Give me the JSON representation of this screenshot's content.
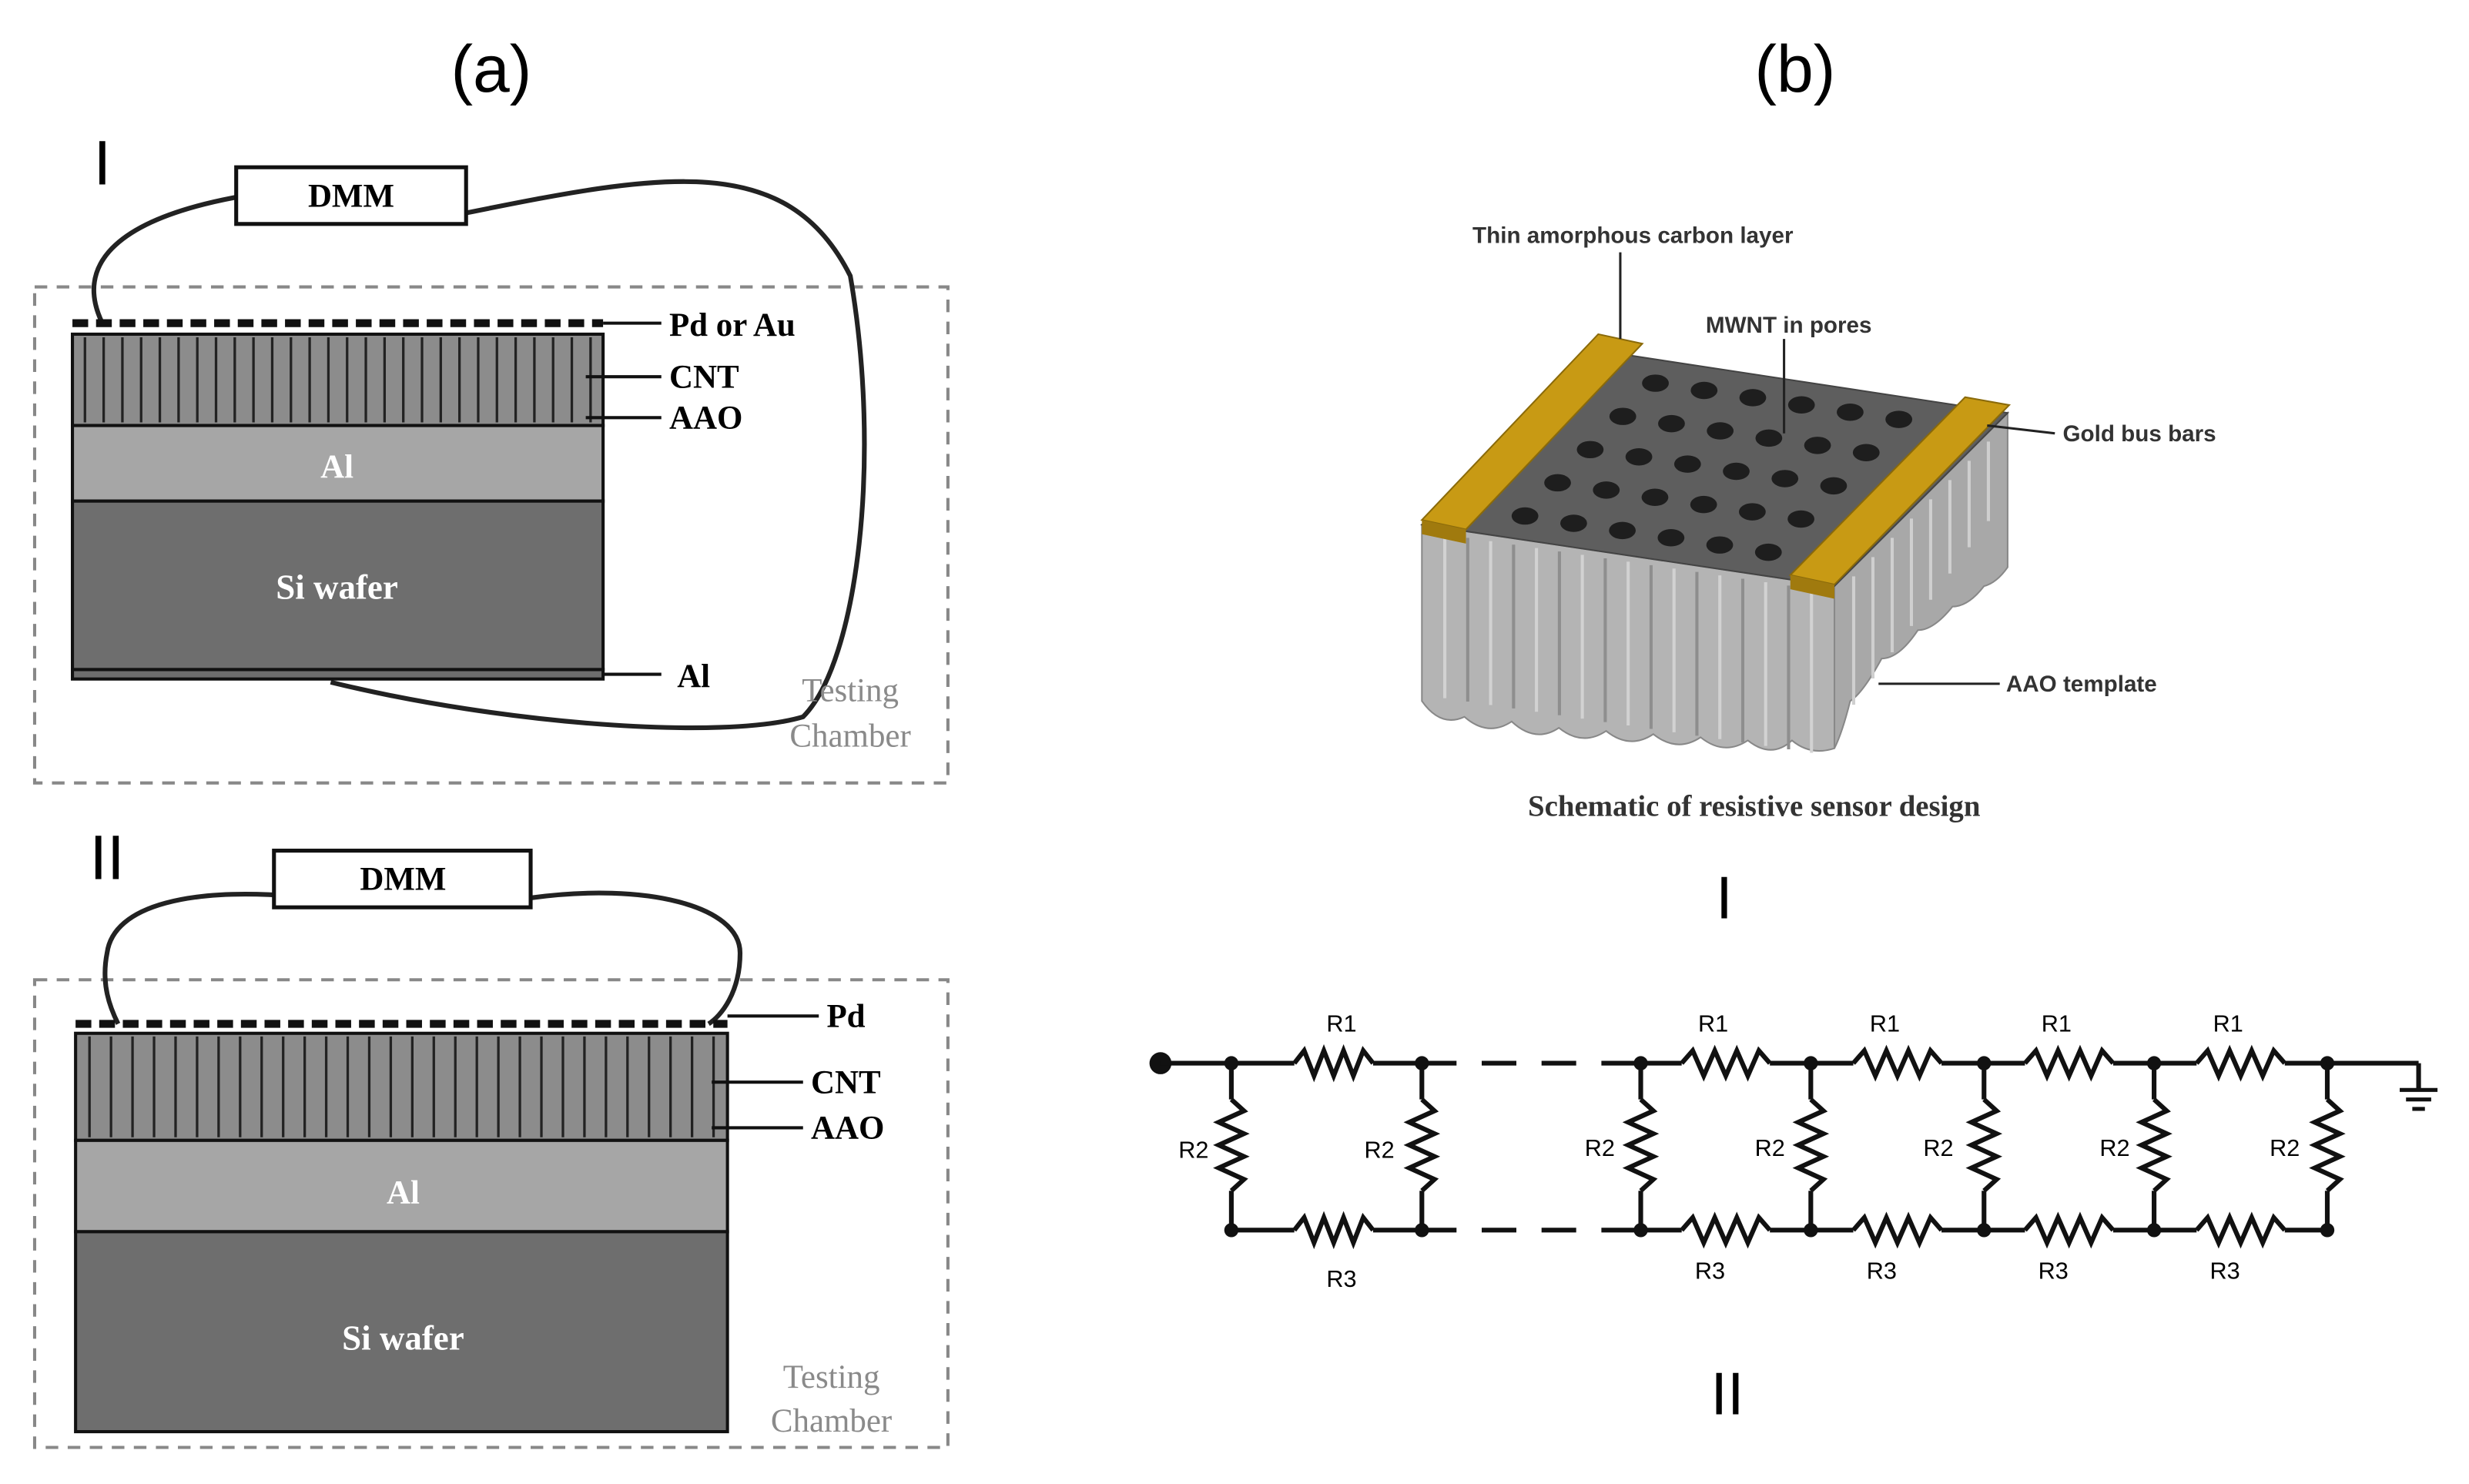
{
  "panel_a": {
    "label": "(a)",
    "sub_I": {
      "roman": "I",
      "meter": "DMM",
      "layer_labels": [
        "Pd or Au",
        "CNT",
        "AAO",
        "Al"
      ],
      "al_layer": "Al",
      "si_layer": "Si wafer",
      "chamber_line1": "Testing",
      "chamber_line2": "Chamber"
    },
    "sub_II": {
      "roman": "II",
      "meter": "DMM",
      "layer_labels": [
        "Pd",
        "CNT",
        "AAO"
      ],
      "al_layer": "Al",
      "si_layer": "Si wafer",
      "chamber_line1": "Testing",
      "chamber_line2": "Chamber"
    }
  },
  "panel_b": {
    "label": "(b)",
    "sensor": {
      "callout_carbon": "Thin amorphous carbon layer",
      "callout_mwnt": "MWNT in pores",
      "callout_gold": "Gold bus bars",
      "callout_aao": "AAO template",
      "caption": "Schematic of resistive sensor design"
    },
    "roman_I": "I",
    "roman_II": "II",
    "circuit": {
      "top_resistors": [
        "R1",
        "R1",
        "R1",
        "R1",
        "R1"
      ],
      "vertical_resistors": [
        "R2",
        "R2",
        "R2",
        "R2",
        "R2",
        "R2",
        "R2"
      ],
      "bottom_resistors": [
        "R3",
        "R3",
        "R3",
        "R3",
        "R3"
      ]
    }
  },
  "colors": {
    "al": "#a6a6a6",
    "si": "#6e6e6e",
    "cnt_region": "#8c8c8c",
    "gold": "#c89a14",
    "top_surface": "#5e5e5e",
    "aao_side": "#b4b4b4"
  }
}
